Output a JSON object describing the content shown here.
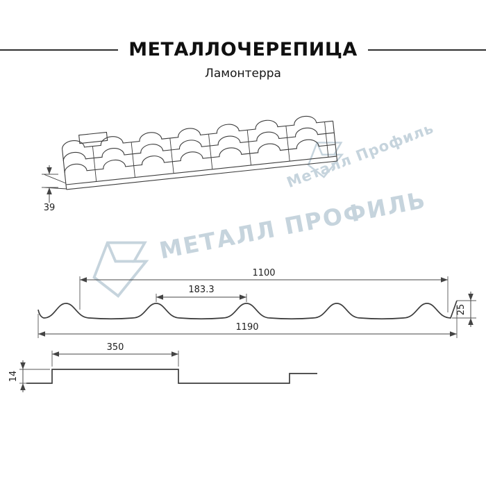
{
  "header": {
    "title": "МЕТАЛЛОЧЕРЕПИЦА",
    "subtitle": "Ламонтерра"
  },
  "watermarks": {
    "small_text": "Металл Профиль",
    "large_text": "МЕТАЛЛ ПРОФИЛЬ",
    "logo_icon": "metall-profil-logo",
    "color": "#c6d4dd"
  },
  "dimensions": {
    "eave_step_height": "39",
    "cover_width": "1100",
    "wave_pitch": "183.3",
    "profile_height": "25",
    "full_width": "1190",
    "module_length": "350",
    "step_height": "14"
  },
  "colors": {
    "line": "#3c3c3c",
    "text": "#1d1d1d"
  }
}
